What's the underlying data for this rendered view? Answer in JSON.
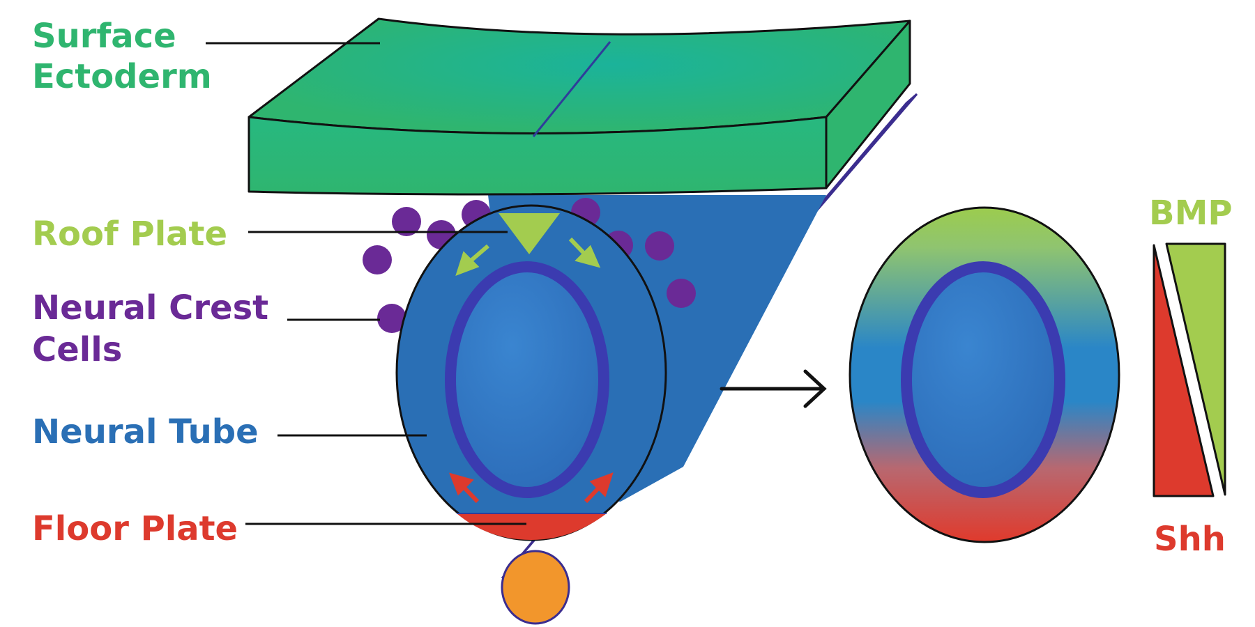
{
  "labels": {
    "surface_ectoderm": [
      "Surface",
      "Ectoderm"
    ],
    "roof_plate": "Roof Plate",
    "neural_crest_cells": [
      "Neural Crest",
      "Cells"
    ],
    "neural_tube": "Neural Tube",
    "floor_plate": "Floor Plate",
    "bmp": "BMP",
    "shh": "Shh"
  },
  "colors": {
    "surface_ectoderm": "#2fb56f",
    "roof_plate": "#a3cc4f",
    "neural_crest_cells": "#6a2a96",
    "neural_tube": "#2a6fb5",
    "floor_plate": "#dd3a2d",
    "notochord": "#f2962c",
    "bmp": "#a3cc4f",
    "shh": "#dd3a2d"
  }
}
